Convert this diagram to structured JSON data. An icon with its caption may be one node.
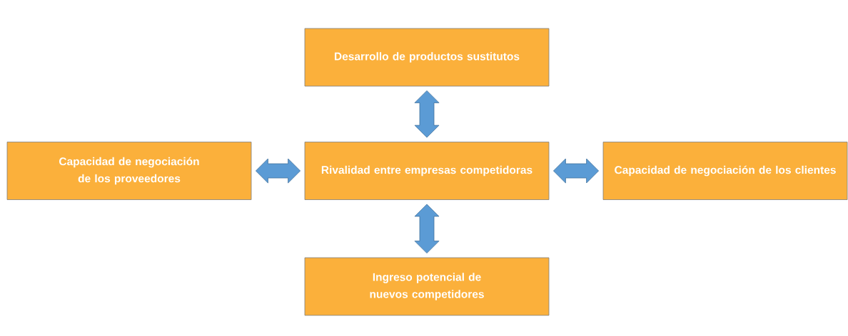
{
  "diagram": {
    "nodes": [
      {
        "text": [
          "Desarrollo de productos sustitutos"
        ]
      },
      {
        "text": [
          "Capacidad de negociación de los proveedores"
        ]
      },
      {
        "text": [
          "Rivalidad entre empresas competidoras"
        ]
      },
      {
        "text": [
          "Capacidad de negociación de los clientes"
        ]
      },
      {
        "text": [
          "Ingreso potencial de nuevos competidores"
        ]
      }
    ],
    "edges": [
      {
        "from": 0,
        "to": 2,
        "arrow": "both"
      },
      {
        "from": 1,
        "to": 2,
        "arrow": "both"
      },
      {
        "from": 2,
        "to": 3,
        "arrow": "both"
      },
      {
        "from": 2,
        "to": 4,
        "arrow": "both"
      }
    ]
  }
}
